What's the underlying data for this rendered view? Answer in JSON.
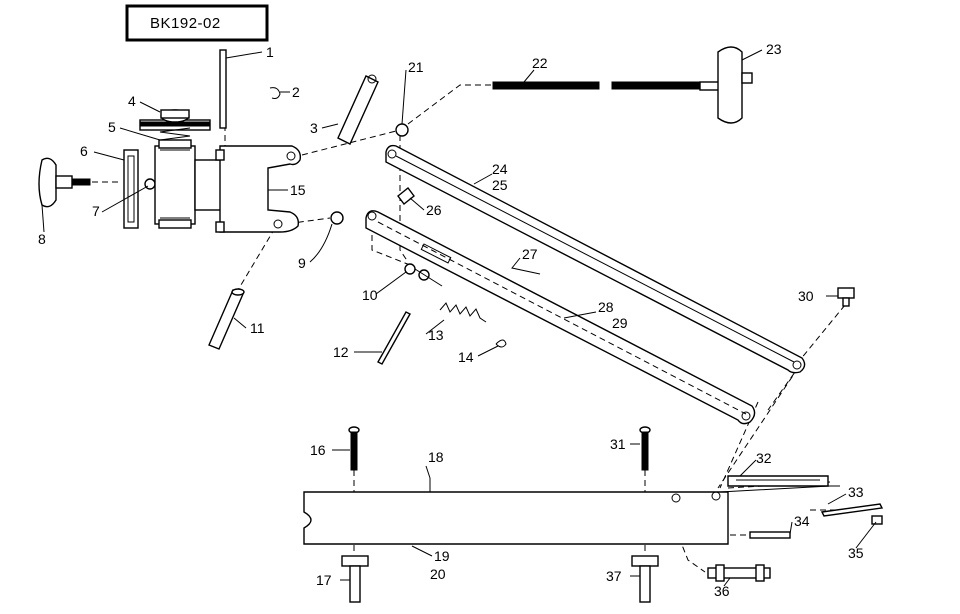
{
  "diagram": {
    "code": "BK192-02",
    "callouts": [
      "1",
      "2",
      "3",
      "4",
      "5",
      "6",
      "7",
      "8",
      "9",
      "10",
      "11",
      "12",
      "13",
      "14",
      "15",
      "16",
      "17",
      "18",
      "19",
      "20",
      "21",
      "22",
      "23",
      "24",
      "25",
      "26",
      "27",
      "28",
      "29",
      "30",
      "31",
      "32",
      "33",
      "34",
      "35",
      "36",
      "37"
    ]
  }
}
